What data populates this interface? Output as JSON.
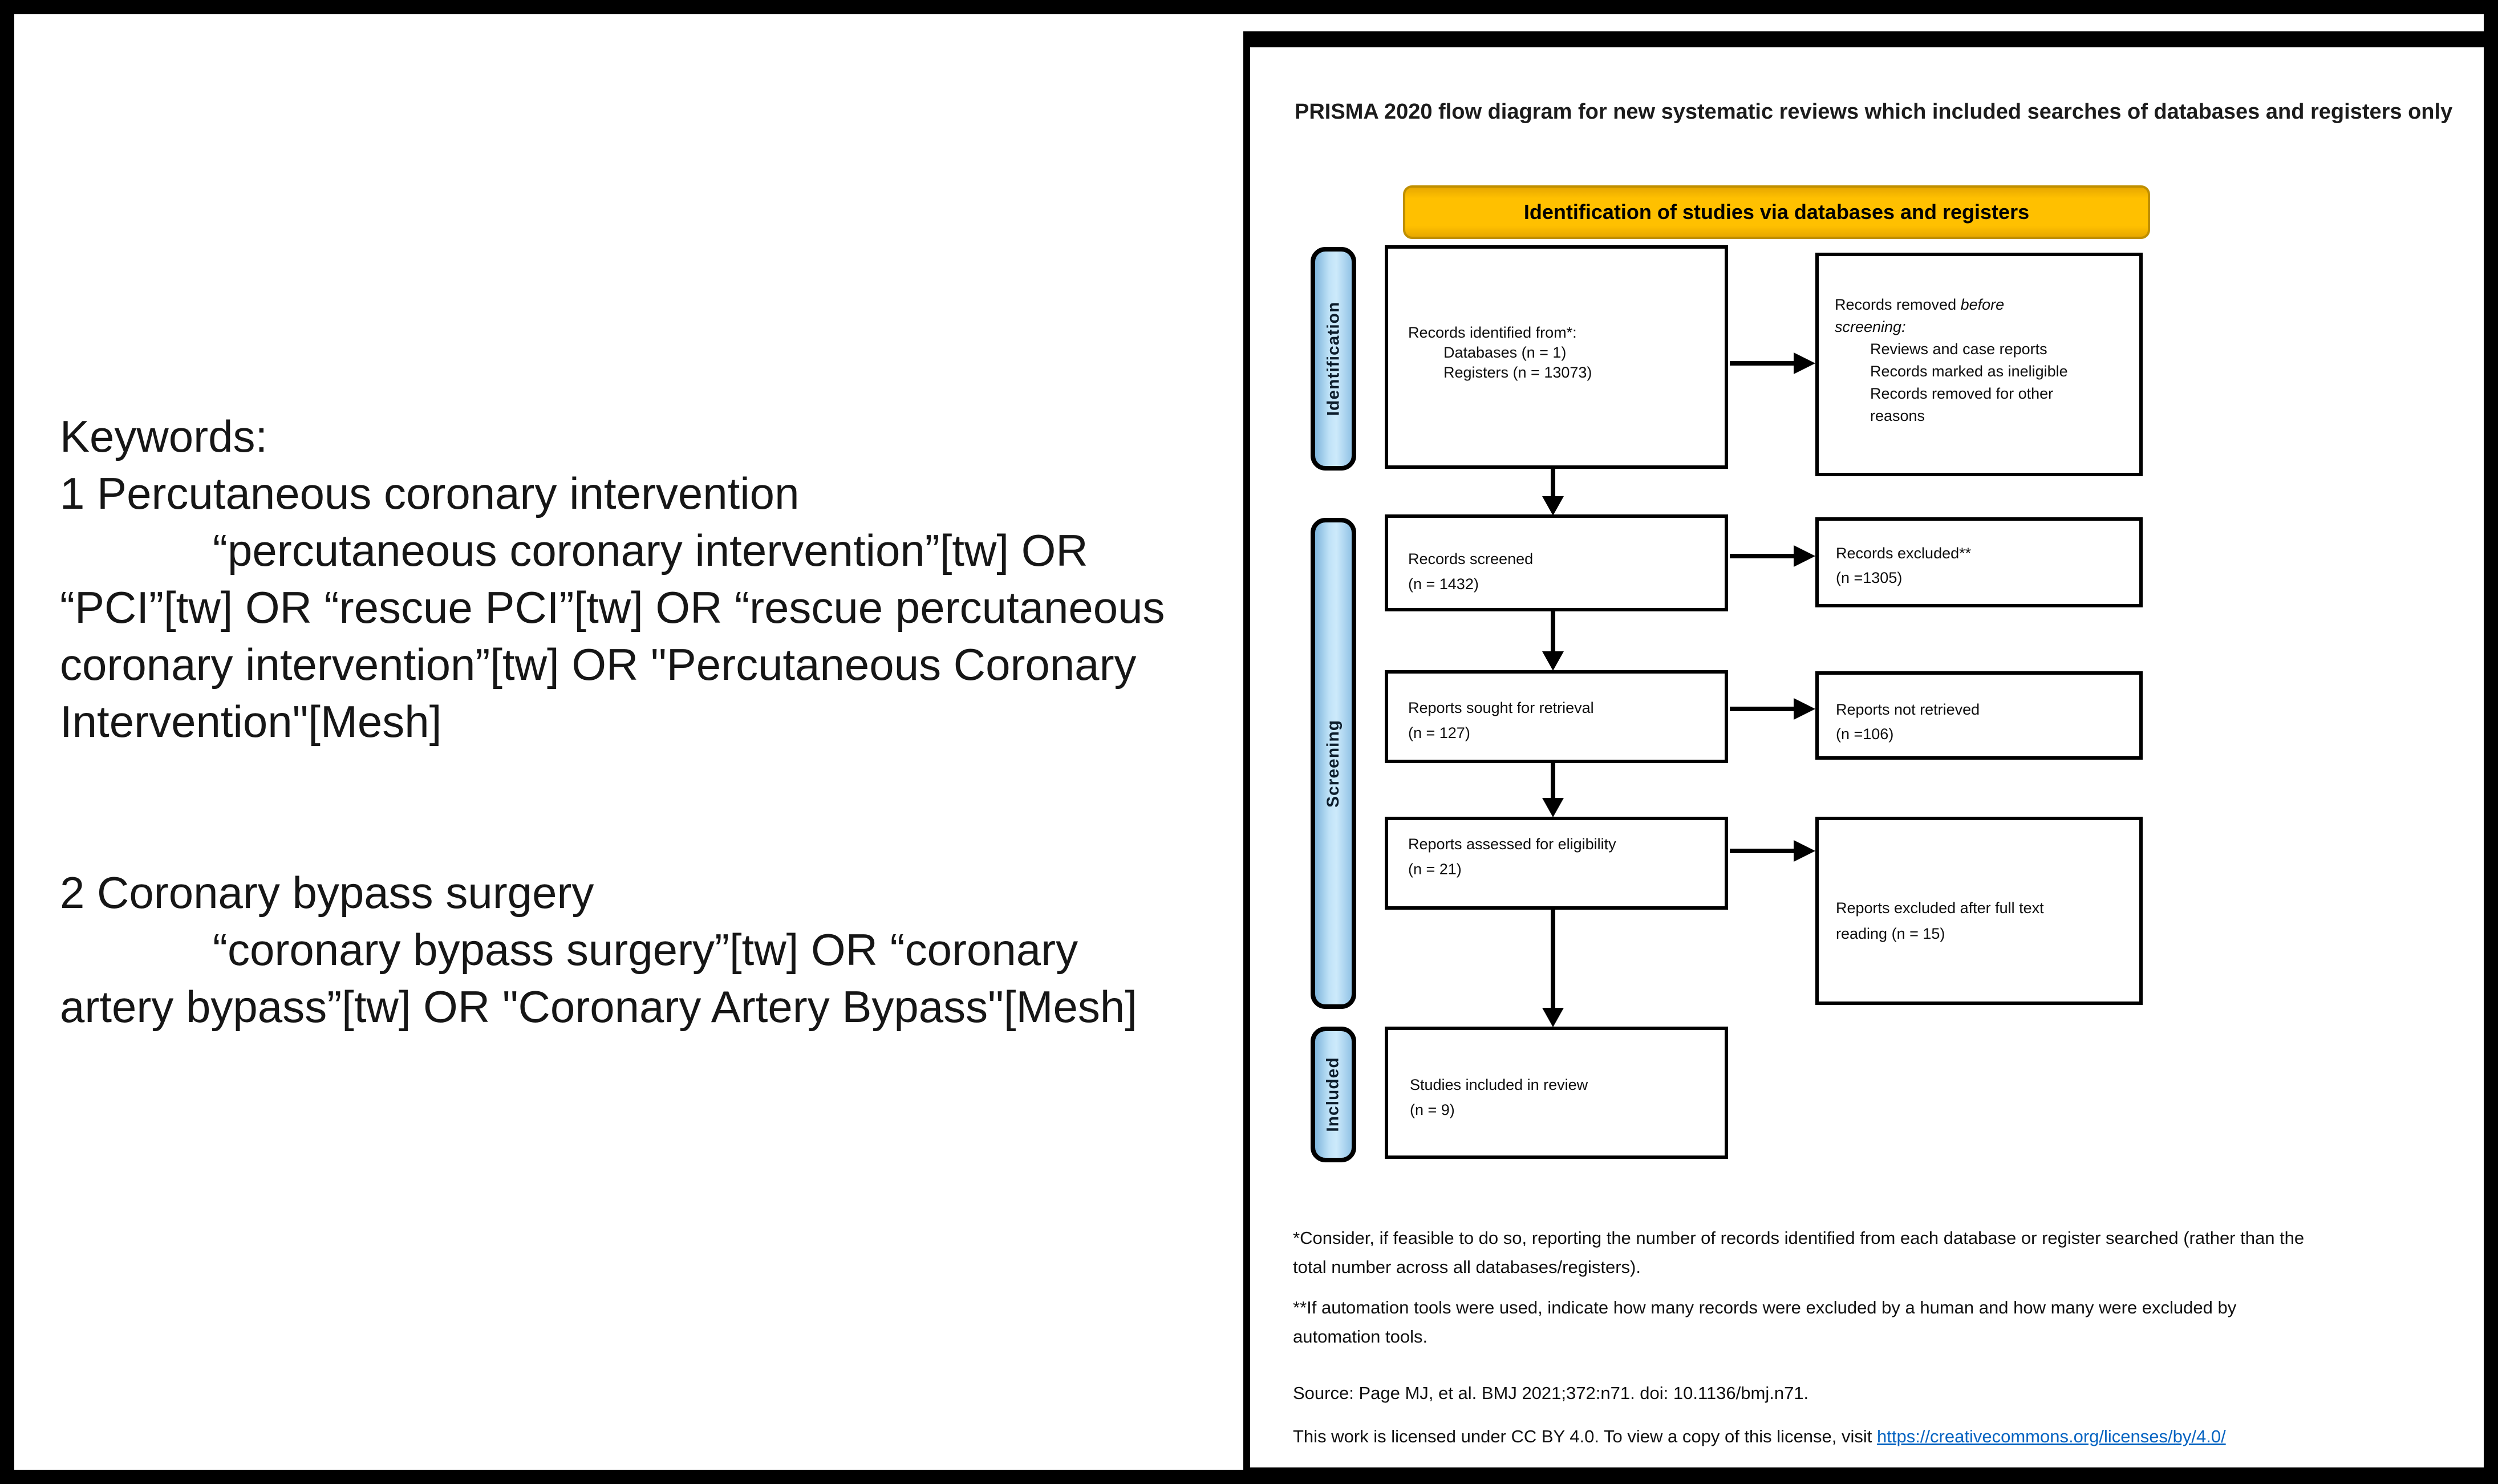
{
  "keywords": {
    "lines": [
      "Keywords:",
      "1 Percutaneous coronary intervention",
      "“percutaneous coronary intervention”[tw] OR",
      "“PCI”[tw] OR “rescue PCI”[tw] OR “rescue percutaneous",
      "coronary intervention”[tw] OR \"Percutaneous Coronary",
      "Intervention\"[Mesh]",
      "2 Coronary bypass surgery",
      "“coronary bypass surgery”[tw] OR “coronary",
      "artery bypass”[tw] OR \"Coronary Artery Bypass\"[Mesh]"
    ]
  },
  "diagram": {
    "title": "PRISMA 2020 flow diagram for new systematic reviews which included searches of databases and registers only",
    "banner": "Identification of studies via databases and registers",
    "stages": [
      "Identification",
      "Screening",
      "Included"
    ],
    "boxes": {
      "identified": {
        "line1": "Records identified from*:",
        "line2": "Databases (n = 1)",
        "line3": "Registers (n = 13073)"
      },
      "removed": {
        "line1_normal": "Records removed ",
        "line1_italic": "before",
        "line2_italic": "screening:",
        "item1": "Reviews and case reports",
        "item2": "Records marked as ineligible",
        "item3": "Records removed for other",
        "item4": "reasons"
      },
      "screened": {
        "line1": "Records screened",
        "line2": "(n = 1432)"
      },
      "excluded": {
        "line1": "Records excluded**",
        "line2": "(n =1305)"
      },
      "sought": {
        "line1": "Reports sought for retrieval",
        "line2": "(n = 127)"
      },
      "not_retrieved": {
        "line1": "Reports not retrieved",
        "line2": "(n =106)"
      },
      "assessed": {
        "line1": "Reports assessed for eligibility",
        "line2": "(n = 21)"
      },
      "excluded_fulltext": {
        "line1": "Reports excluded after full text",
        "line2": "reading (n = 15)"
      },
      "included": {
        "line1": "Studies included in review",
        "line2": "(n = 9)"
      }
    },
    "footnote1": {
      "line1": "*Consider, if feasible to do so, reporting the number of records identified from each database or register searched (rather than the",
      "line2": "total number across all databases/registers)."
    },
    "footnote2": {
      "line1": "**If automation tools were used, indicate how many records were excluded by a human and how many were excluded by",
      "line2": "automation tools."
    },
    "source": "Source: Page MJ, et al. BMJ 2021;372:n71. doi: 10.1136/bmj.n71.",
    "license_text": "This work is licensed under CC BY 4.0. To view a copy of this license, visit ",
    "license_link": "https://creativecommons.org/licenses/by/4.0/",
    "colors": {
      "banner_fill": "#FFC000",
      "banner_border": "#BF8F00",
      "stage_fill": "#A5CEEC",
      "link": "#0563C1"
    }
  }
}
